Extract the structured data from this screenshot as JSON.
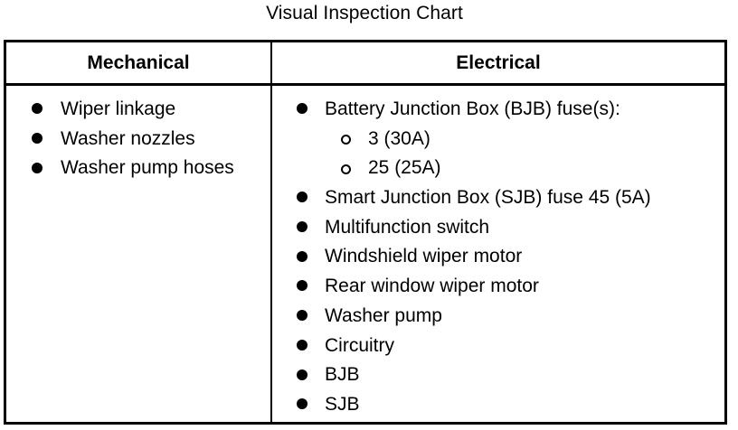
{
  "title": "Visual Inspection Chart",
  "table": {
    "headers": [
      "Mechanical",
      "Electrical"
    ],
    "mechanical": [
      "Wiper linkage",
      "Washer nozzles",
      "Washer pump hoses"
    ],
    "electrical": [
      {
        "text": "Battery Junction Box (BJB) fuse(s):",
        "level": 1
      },
      {
        "text": "3 (30A)",
        "level": 2
      },
      {
        "text": "25 (25A)",
        "level": 2
      },
      {
        "text": "Smart Junction Box (SJB) fuse 45 (5A)",
        "level": 1
      },
      {
        "text": "Multifunction switch",
        "level": 1
      },
      {
        "text": "Windshield wiper motor",
        "level": 1
      },
      {
        "text": "Rear window wiper motor",
        "level": 1
      },
      {
        "text": "Washer pump",
        "level": 1
      },
      {
        "text": "Circuitry",
        "level": 1
      },
      {
        "text": "BJB",
        "level": 1
      },
      {
        "text": "SJB",
        "level": 1
      }
    ]
  }
}
